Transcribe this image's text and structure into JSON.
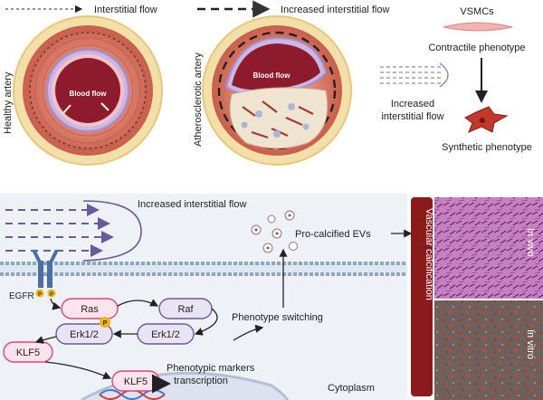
{
  "legend": {
    "interstitial_flow": "Interstitial flow",
    "increased_interstitial_flow": "Increased interstitial flow"
  },
  "arteries": {
    "healthy_label": "Healthy artery",
    "atherosclerotic_label": "Atherosclerotic artery",
    "blood_flow": "Blood flow"
  },
  "vsmc_panel": {
    "title": "VSMCs",
    "contractile": "Contractile phenotype",
    "increased_flow_line1": "Increased",
    "increased_flow_line2": "interstitial flow",
    "synthetic": "Synthetic phenotype"
  },
  "pathway": {
    "flow_label": "Increased interstitial flow",
    "egfr": "EGFR",
    "ras": "Ras",
    "raf": "Raf",
    "p": "P",
    "erk_left": "Erk1/2",
    "erk_right": "Erk1/2",
    "klf5_cyto": "KLF5",
    "klf5_nucleus": "KLF5",
    "markers_line1": "Phenotypic markers",
    "markers_line2": "transcription",
    "phenotype_switching": "Phenotype switching",
    "evs": "Pro-calcified EVs",
    "cytoplasm": "Cytoplasm"
  },
  "calcification": {
    "bar_label": "Vascular calcification",
    "in_vivo": "In vivo",
    "in_vitro": "In vitro"
  },
  "colors": {
    "artery_red": "#c0392b",
    "lumen": "#8e1b2b",
    "adventitia": "#f3dfa8",
    "node_pink_fill": "#fde3ec",
    "node_purple_fill": "#e9e4f3",
    "calc_bar": "#8b1a1a",
    "phosphate": "#f5b40a"
  }
}
